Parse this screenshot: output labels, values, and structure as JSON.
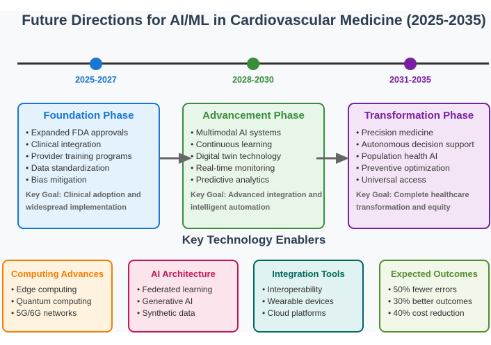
{
  "title": "Future Directions for AI/ML in Cardiovascular Medicine (2025-2035)",
  "timeline": [
    {
      "label": "2025-2027",
      "color": "#1976d2"
    },
    {
      "label": "2028-2030",
      "color": "#388e3c"
    },
    {
      "label": "2031-2035",
      "color": "#7b1fa2"
    }
  ],
  "phases": [
    {
      "title": "Foundation Phase",
      "border_color": "#1976d2",
      "fill_color": "#e3f2fd",
      "items": [
        "Expanded FDA approvals",
        "Clinical integration",
        "Provider training programs",
        "Data standardization",
        "Bias mitigation"
      ],
      "goal_line1": "Key Goal: Clinical adoption and",
      "goal_line2": "widespread implementation"
    },
    {
      "title": "Advancement Phase",
      "border_color": "#388e3c",
      "fill_color": "#e8f5e9",
      "items": [
        "Multimodal AI systems",
        "Continuous learning",
        "Digital twin technology",
        "Real-time monitoring",
        "Predictive analytics"
      ],
      "goal_line1": "Key Goal: Advanced integration and",
      "goal_line2": "intelligent automation"
    },
    {
      "title": "Transformation Phase",
      "border_color": "#7b1fa2",
      "fill_color": "#f3e5f5",
      "items": [
        "Precision medicine",
        "Autonomous decision support",
        "Population health AI",
        "Preventive optimization",
        "Universal access"
      ],
      "goal_line1": "Key Goal: Complete healthcare",
      "goal_line2": "transformation and equity"
    }
  ],
  "arrow_color": "#666666",
  "enablers_title": "Key Technology Enablers",
  "enablers": [
    {
      "title": "Computing Advances",
      "border_color": "#f57c00",
      "fill_color": "#fff3e0",
      "items": [
        "Edge computing",
        "Quantum computing",
        "5G/6G networks"
      ]
    },
    {
      "title": "AI Architecture",
      "border_color": "#c2185b",
      "fill_color": "#fce4ec",
      "items": [
        "Federated learning",
        "Generative AI",
        "Synthetic data"
      ]
    },
    {
      "title": "Integration Tools",
      "border_color": "#00695c",
      "fill_color": "#e0f2f1",
      "items": [
        "Interoperability",
        "Wearable devices",
        "Cloud platforms"
      ]
    },
    {
      "title": "Expected Outcomes",
      "border_color": "#558b2f",
      "fill_color": "#f1f8e9",
      "items": [
        "50% fewer errors",
        "30% better outcomes",
        "40% cost reduction"
      ]
    }
  ]
}
